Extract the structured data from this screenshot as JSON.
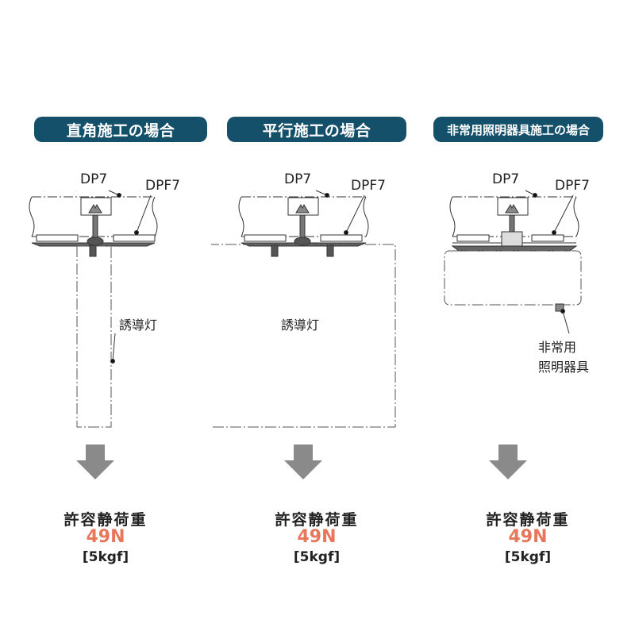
{
  "panels": [
    {
      "title": "直角施工の場合",
      "labels": {
        "dp7": "DP7",
        "dpf7": "DPF7",
        "device": "誘導灯"
      },
      "load": {
        "title": "許容静荷重",
        "value": "49N",
        "unit": "[5kgf]"
      }
    },
    {
      "title": "平行施工の場合",
      "labels": {
        "dp7": "DP7",
        "dpf7": "DPF7",
        "device": "誘導灯"
      },
      "load": {
        "title": "許容静荷重",
        "value": "49N",
        "unit": "[5kgf]"
      }
    },
    {
      "title": "非常用照明器具施工の場合",
      "labels": {
        "dp7": "DP7",
        "dpf7": "DPF7",
        "device_line1": "非常用",
        "device_line2": "照明器具"
      },
      "load": {
        "title": "許容静荷重",
        "value": "49N",
        "unit": "[5kgf]"
      }
    }
  ],
  "colors": {
    "title_bg": "#15506a",
    "load_value": "#e8765a",
    "arrow": "#8a8a8a"
  }
}
